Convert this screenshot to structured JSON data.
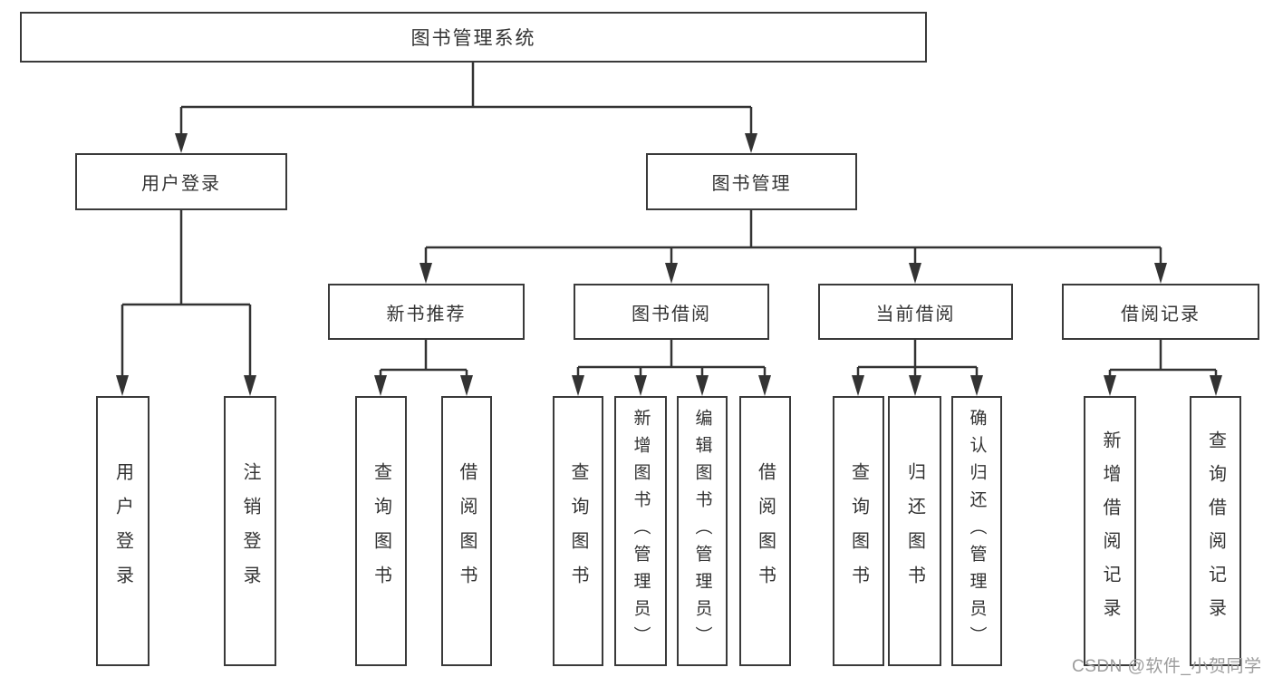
{
  "diagram": {
    "root": {
      "label": "图书管理系统"
    },
    "level2": [
      {
        "id": "user-login",
        "label": "用户登录"
      },
      {
        "id": "book-management",
        "label": "图书管理"
      }
    ],
    "level3": [
      {
        "id": "new-book-recommend",
        "label": "新书推荐",
        "parent": "图书管理"
      },
      {
        "id": "book-borrowing",
        "label": "图书借阅",
        "parent": "图书管理"
      },
      {
        "id": "current-borrowing",
        "label": "当前借阅",
        "parent": "图书管理"
      },
      {
        "id": "borrowing-records",
        "label": "借阅记录",
        "parent": "图书管理"
      }
    ],
    "leaves": [
      {
        "label": "用户登录",
        "parent": "用户登录"
      },
      {
        "label": "注销登录",
        "parent": "用户登录"
      },
      {
        "label": "查询图书",
        "parent": "新书推荐"
      },
      {
        "label": "借阅图书",
        "parent": "新书推荐"
      },
      {
        "label": "查询图书",
        "parent": "图书借阅"
      },
      {
        "label": "新增图书（管理员）",
        "parent": "图书借阅"
      },
      {
        "label": "编辑图书（管理员）",
        "parent": "图书借阅"
      },
      {
        "label": "借阅图书",
        "parent": "图书借阅"
      },
      {
        "label": "查询图书",
        "parent": "当前借阅"
      },
      {
        "label": "归还图书",
        "parent": "当前借阅"
      },
      {
        "label": "确认归还（管理员）",
        "parent": "当前借阅"
      },
      {
        "label": "新增借阅记录",
        "parent": "借阅记录"
      },
      {
        "label": "查询借阅记录",
        "parent": "借阅记录"
      }
    ]
  },
  "watermark": {
    "text": "CSDN @软件_小贺同学"
  },
  "colors": {
    "background": "#ffffff",
    "border": "#3a3a3a",
    "line": "#333333",
    "text": "#333333",
    "watermark": "#9c9c9c"
  }
}
